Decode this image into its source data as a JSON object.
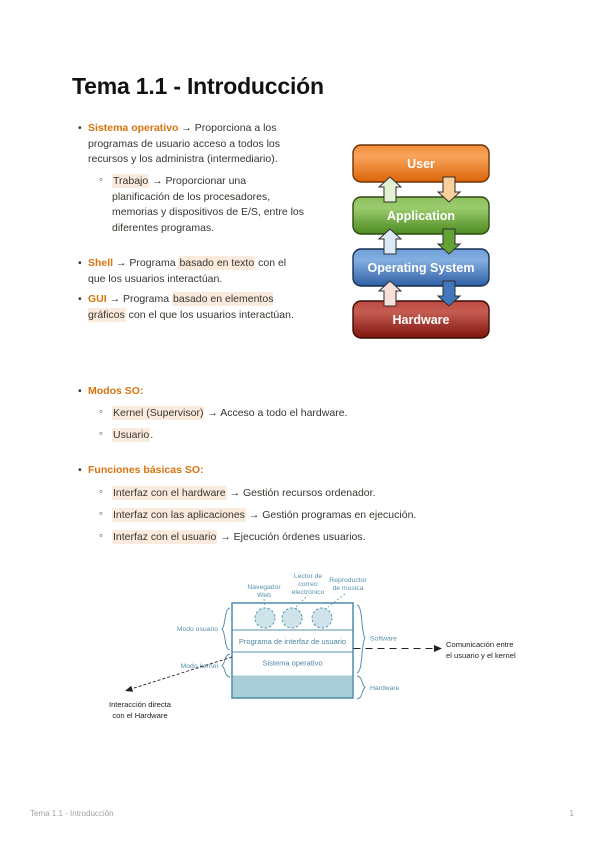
{
  "page": {
    "title": "Tema 1.1 - Introducción",
    "footer_left": "Tema 1.1 - Introducción",
    "footer_page": "1"
  },
  "colors": {
    "accent_orange": "#D9730D",
    "highlight_bg": "#FAEBDD",
    "body_text": "#37352F",
    "diagram_teal": "#5591AB",
    "layer_user": "#E8731A",
    "layer_application": "#5C9A2B",
    "layer_os": "#3A6DB0",
    "layer_hardware": "#9C241A"
  },
  "content": {
    "b_so": {
      "term": "Sistema operativo",
      "text": " → Proporciona a los programas de usuario acceso a todos los recursos y los administra (intermediario)."
    },
    "b_trabajo": {
      "hl": "Trabajo",
      "text": " → Proporcionar una planificación de los procesadores, memorias y dispositivos de E/S, entre los diferentes programas."
    },
    "b_shell": {
      "term": "Shell",
      "pre": " → Programa ",
      "hl": "basado en texto",
      "post": " con el que los usuarios interactúan."
    },
    "b_gui": {
      "term": "GUI",
      "pre": " → Programa ",
      "hl": "basado en elementos gráficos",
      "post": " con el que los usuarios interactúan."
    },
    "b_modos": {
      "term": "Modos SO:",
      "items": [
        {
          "hl": "Kernel (Supervisor)",
          "text": " → Acceso a todo el hardware."
        },
        {
          "hl": "Usuario",
          "text": "."
        }
      ]
    },
    "b_funciones": {
      "term": "Funciones básicas SO:",
      "items": [
        {
          "hl": "Interfaz con el hardware",
          "text": " → Gestión recursos ordenador."
        },
        {
          "hl": "Interfaz con las aplicaciones",
          "text": " → Gestión programas en ejecución."
        },
        {
          "hl": "Interfaz con el usuario",
          "text": " → Ejecución órdenes usuarios."
        }
      ]
    }
  },
  "layer_diagram": {
    "layers": [
      {
        "label": "User"
      },
      {
        "label": "Application"
      },
      {
        "label": "Operating System"
      },
      {
        "label": "Hardware"
      }
    ]
  },
  "stack_diagram": {
    "top_labels": {
      "browser": [
        "Navegador",
        "Web"
      ],
      "email": [
        "Lector de",
        "correo",
        "electrónico"
      ],
      "music": [
        "Reproductor",
        "de música"
      ]
    },
    "rows": {
      "ui_program": "Programa de interfaz de usuario",
      "os": "Sistema operativo"
    },
    "left_labels": {
      "user_mode": "Modo usuario",
      "kernel_mode": "Modo kernel"
    },
    "right_labels": {
      "software": "Software",
      "hardware": "Hardware"
    },
    "annotations": {
      "communication": [
        "Comunicación entre",
        "el usuario y el kernel"
      ],
      "direct_interaction": [
        "Interacción directa",
        "con el Hardware"
      ]
    }
  }
}
